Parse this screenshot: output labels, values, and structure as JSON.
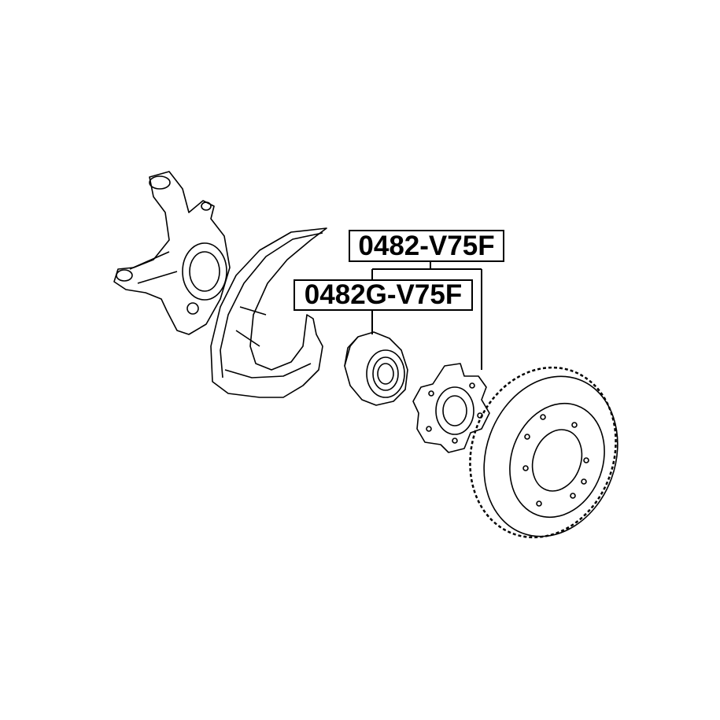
{
  "labels": {
    "hub_assembly": "0482-V75F",
    "hub_bearing": "0482G-V75F"
  },
  "parts": [
    "steering-knuckle",
    "brake-dust-shield",
    "wheel-hub-bearing",
    "wheel-hub",
    "brake-disc"
  ]
}
